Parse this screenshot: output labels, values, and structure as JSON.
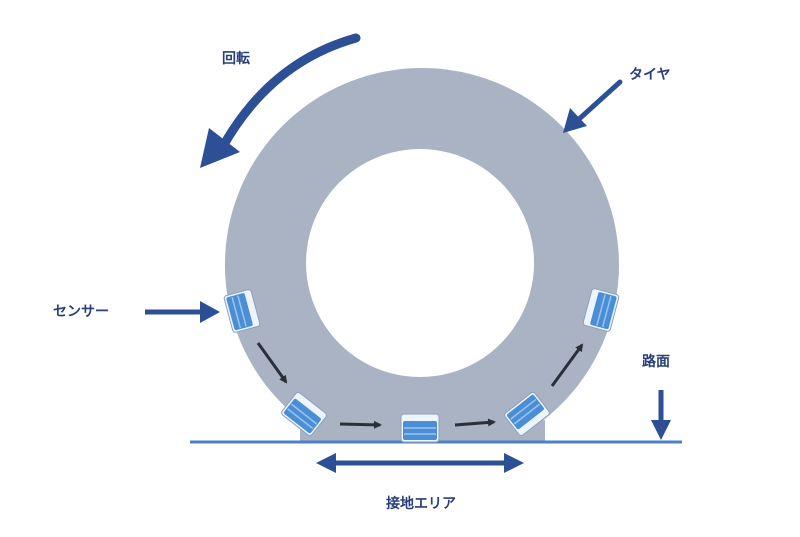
{
  "diagram": {
    "labels": {
      "rotation": "回転",
      "tire": "タイヤ",
      "sensor": "センサー",
      "road_surface": "路面",
      "contact_area": "接地エリア"
    },
    "colors": {
      "tire": "#a9b3c4",
      "arrow_blue": "#2c4f96",
      "sensor_blue": "#4a8fd6",
      "ground_line": "#4a82c4",
      "text": "#2a3f7a",
      "flow_arrow": "#2a2f3a"
    }
  }
}
